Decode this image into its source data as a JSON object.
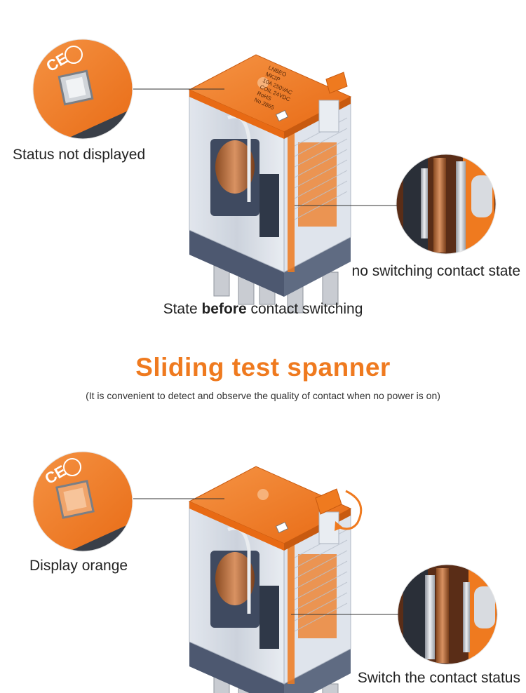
{
  "top": {
    "callout_left": "Status not displayed",
    "callout_right": "no switching contact state",
    "caption_prefix": "State ",
    "caption_bold": "before",
    "caption_suffix": " contact switching"
  },
  "middle": {
    "title": "Sliding test spanner",
    "subtitle": "(It is convenient to detect and observe the quality of contact when no power is on)"
  },
  "bottom": {
    "callout_left": "Display orange",
    "callout_right": "Switch the contact status"
  },
  "relay_label": {
    "brand": "LNBEO",
    "model": "MK2P",
    "line1": "10A 250VAC",
    "line2": "COIL 24VDC",
    "rohs": "RoHS",
    "serial": "No.2865"
  },
  "colors": {
    "orange": "#ef7a1f",
    "relay_body": "#5f6b82",
    "pin": "#c9ccd2"
  }
}
